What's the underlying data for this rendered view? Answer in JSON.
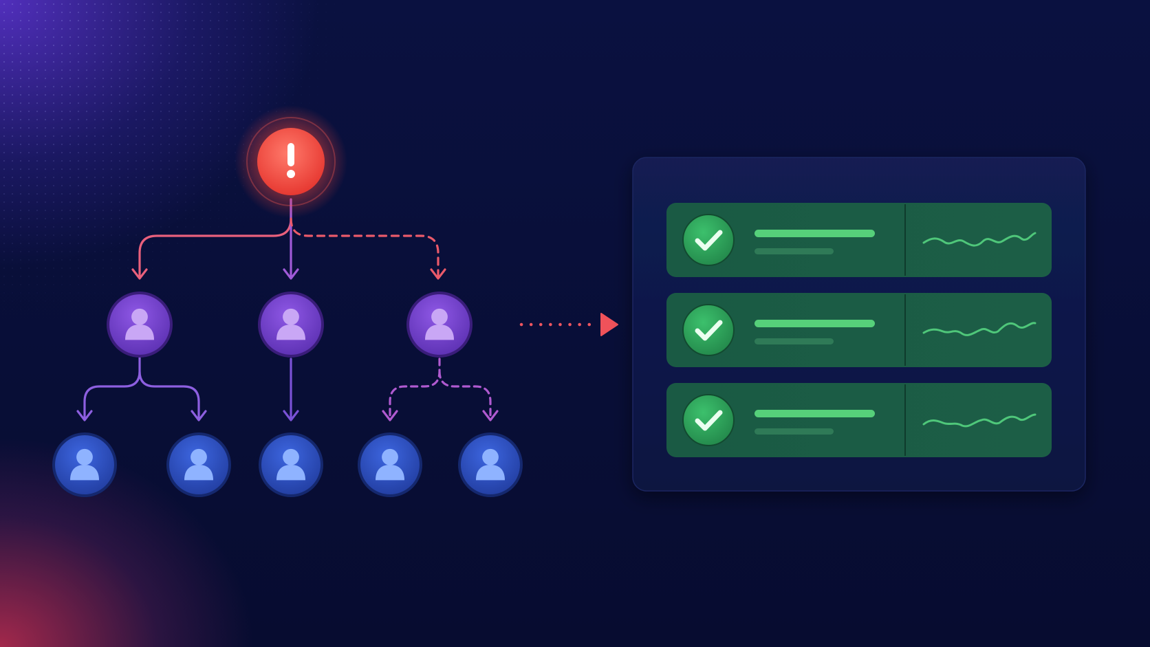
{
  "colors": {
    "background": "#080e33",
    "alert": "#f0473f",
    "alert_link": "#ee5a72",
    "purple_node": "#7f4ad3",
    "blue_node": "#2f53c9",
    "purple_link": "#8d5fe0",
    "success": "#2fa95e",
    "success_text_bar": "#56d07a",
    "panel": "#0f1847",
    "row": "#17533f"
  },
  "icons": {
    "root": "exclamation-icon",
    "person": "user-icon",
    "status": "checkmark-icon",
    "trend": "sparkline-icon",
    "connector": "dotted-arrow-right-icon"
  },
  "tree": {
    "root": {
      "id": "alert",
      "state": "alert"
    },
    "level1": [
      {
        "id": "manager-1",
        "link": "solid"
      },
      {
        "id": "manager-2",
        "link": "solid"
      },
      {
        "id": "manager-3",
        "link": "dashed"
      }
    ],
    "level2": [
      {
        "id": "member-1",
        "parent": "manager-1",
        "link": "solid"
      },
      {
        "id": "member-2",
        "parent": "manager-1",
        "link": "solid"
      },
      {
        "id": "member-3",
        "parent": "manager-2",
        "link": "solid"
      },
      {
        "id": "member-4",
        "parent": "manager-3",
        "link": "dashed"
      },
      {
        "id": "member-5",
        "parent": "manager-3",
        "link": "dashed"
      }
    ]
  },
  "status_panel": {
    "rows": [
      {
        "status": "ok"
      },
      {
        "status": "ok"
      },
      {
        "status": "ok"
      }
    ]
  }
}
